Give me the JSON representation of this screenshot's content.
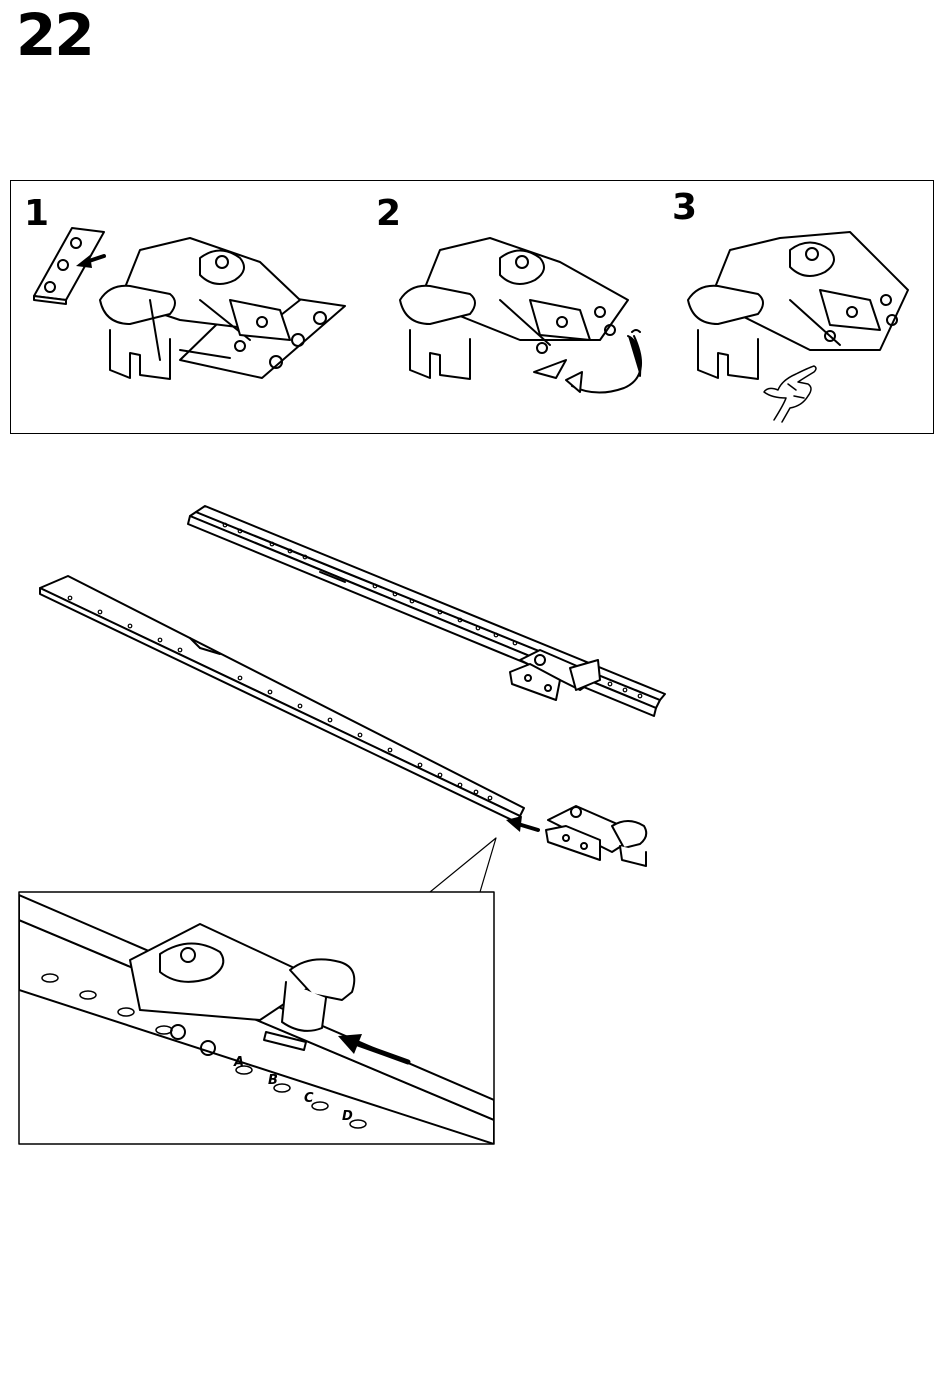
{
  "page": {
    "number": "22"
  },
  "steps": [
    {
      "label": "1"
    },
    {
      "label": "2"
    },
    {
      "label": "3"
    }
  ],
  "detail": {
    "slot_labels": [
      "A",
      "B",
      "C",
      "D"
    ]
  },
  "icons": {
    "arrow": "arrow-icon",
    "rotate": "rotate-arrow-icon",
    "hand": "hand-icon"
  }
}
